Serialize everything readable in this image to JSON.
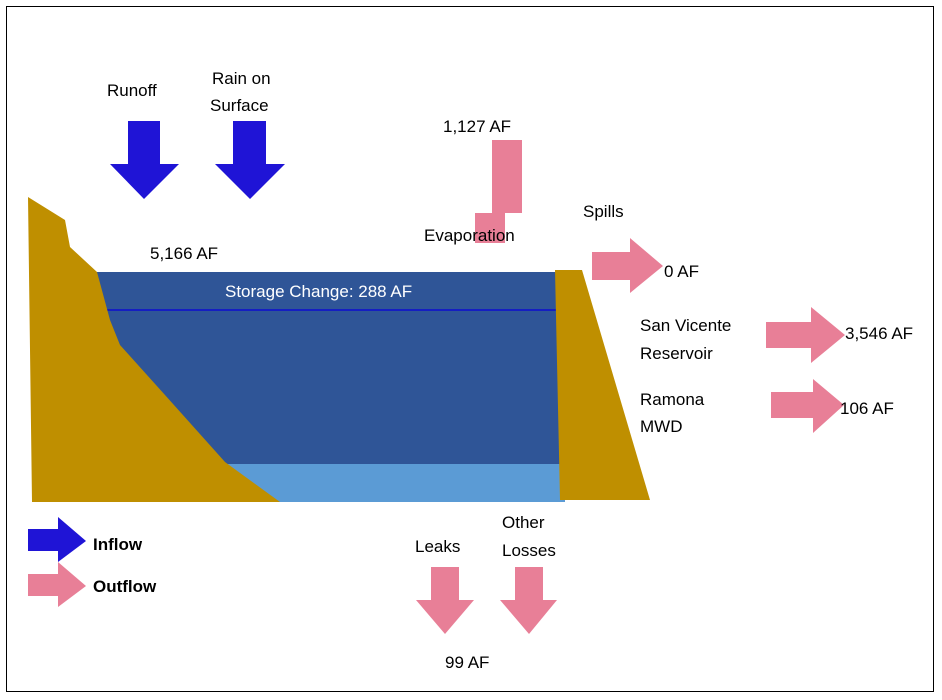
{
  "colors": {
    "inflow": "#1f14d6",
    "outflow": "#e87f97",
    "ground": "#bf8f00",
    "water_dark": "#2f5597",
    "water_light": "#5b9bd5",
    "waterline": "#0d0dd0"
  },
  "inflows": {
    "runoff_label": "Runoff",
    "rain_label_line1": "Rain on",
    "rain_label_line2": "Surface",
    "total": "5,166 AF"
  },
  "reservoir": {
    "storage_change": "Storage Change: 288 AF"
  },
  "outflows": {
    "evaporation_value": "1,127 AF",
    "evaporation_label": "Evaporation",
    "spills_label": "Spills",
    "spills_value": "0 AF",
    "san_vicente_line1": "San Vicente",
    "san_vicente_line2": "Reservoir",
    "san_vicente_value": "3,546 AF",
    "ramona_line1": "Ramona",
    "ramona_line2": "MWD",
    "ramona_value": "106 AF",
    "leaks_label": "Leaks",
    "other_line1": "Other",
    "other_line2": "Losses",
    "leaks_other_value": "99 AF"
  },
  "legend": {
    "inflow": "Inflow",
    "outflow": "Outflow"
  }
}
